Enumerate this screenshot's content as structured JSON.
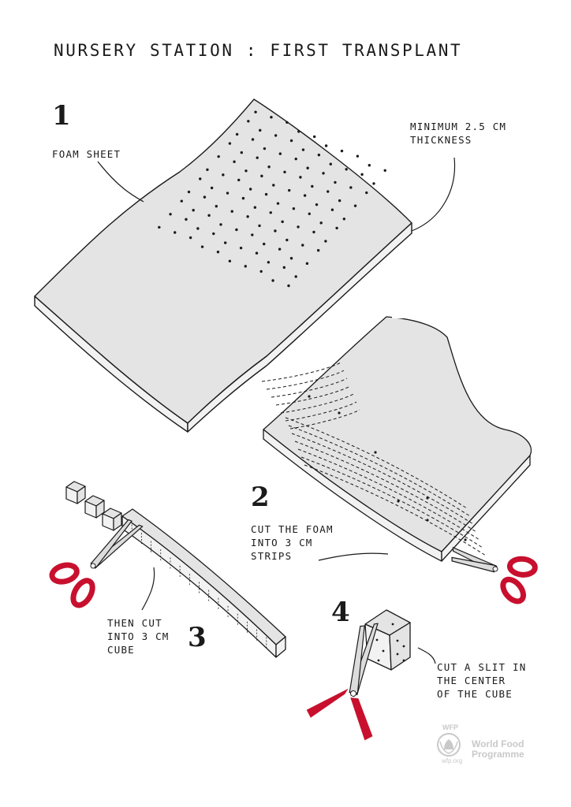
{
  "title": "NURSERY STATION : FIRST TRANSPLANT",
  "steps": [
    {
      "number": "1"
    },
    {
      "number": "2"
    },
    {
      "number": "3"
    },
    {
      "number": "4"
    }
  ],
  "labels": {
    "foam_sheet": "FOAM SHEET",
    "thickness": "MINIMUM 2.5 CM\nTHICKNESS",
    "cut_strips": "CUT THE FOAM\nINTO 3 CM\nSTRIPS",
    "cut_cube": "THEN CUT\nINTO 3 CM\nCUBE",
    "slit": "CUT A SLIT IN\nTHE CENTER\nOF THE CUBE"
  },
  "logo": {
    "acronym": "WFP",
    "name": "World Food\nProgramme",
    "url": "wfp.org"
  },
  "colors": {
    "foam": "#e4e4e4",
    "foam_side": "#f2f2f2",
    "scissor_handle": "#c8102e",
    "ink": "#1a1a1a",
    "logo": "#c9c9c9"
  }
}
